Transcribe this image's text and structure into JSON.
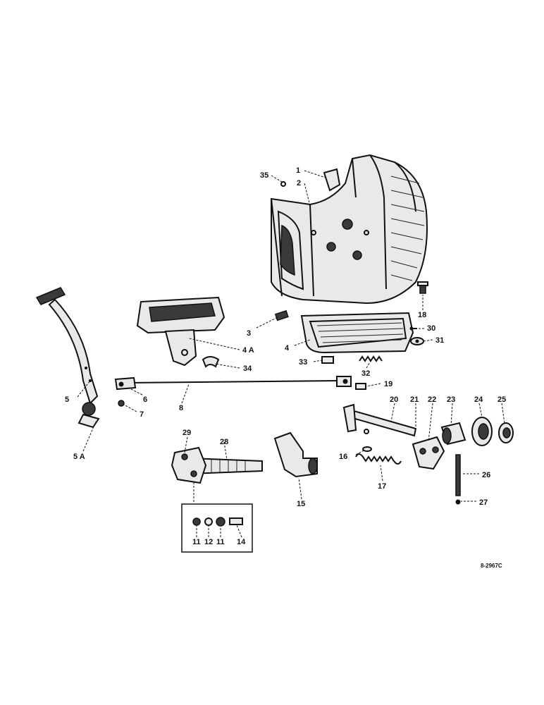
{
  "diagram": {
    "reference_code": "8-2967C",
    "callouts": [
      {
        "id": "c1",
        "label": "1"
      },
      {
        "id": "c2",
        "label": "2"
      },
      {
        "id": "c35",
        "label": "35"
      },
      {
        "id": "c18",
        "label": "18"
      },
      {
        "id": "c3",
        "label": "3"
      },
      {
        "id": "c4",
        "label": "4"
      },
      {
        "id": "c4a",
        "label": "4 A"
      },
      {
        "id": "c30",
        "label": "30"
      },
      {
        "id": "c31",
        "label": "31"
      },
      {
        "id": "c33",
        "label": "33"
      },
      {
        "id": "c32",
        "label": "32"
      },
      {
        "id": "c34",
        "label": "34"
      },
      {
        "id": "c5",
        "label": "5"
      },
      {
        "id": "c5a",
        "label": "5 A"
      },
      {
        "id": "c6",
        "label": "6"
      },
      {
        "id": "c7",
        "label": "7"
      },
      {
        "id": "c8",
        "label": "8"
      },
      {
        "id": "c19",
        "label": "19"
      },
      {
        "id": "c20",
        "label": "20"
      },
      {
        "id": "c21",
        "label": "21"
      },
      {
        "id": "c22",
        "label": "22"
      },
      {
        "id": "c23",
        "label": "23"
      },
      {
        "id": "c24",
        "label": "24"
      },
      {
        "id": "c25",
        "label": "25"
      },
      {
        "id": "c16",
        "label": "16"
      },
      {
        "id": "c17",
        "label": "17"
      },
      {
        "id": "c26",
        "label": "26"
      },
      {
        "id": "c27",
        "label": "27"
      },
      {
        "id": "c29",
        "label": "29"
      },
      {
        "id": "c28",
        "label": "28"
      },
      {
        "id": "c15",
        "label": "15"
      },
      {
        "id": "c11a",
        "label": "11"
      },
      {
        "id": "c12",
        "label": "12"
      },
      {
        "id": "c11b",
        "label": "11"
      },
      {
        "id": "c14",
        "label": "14"
      }
    ]
  }
}
